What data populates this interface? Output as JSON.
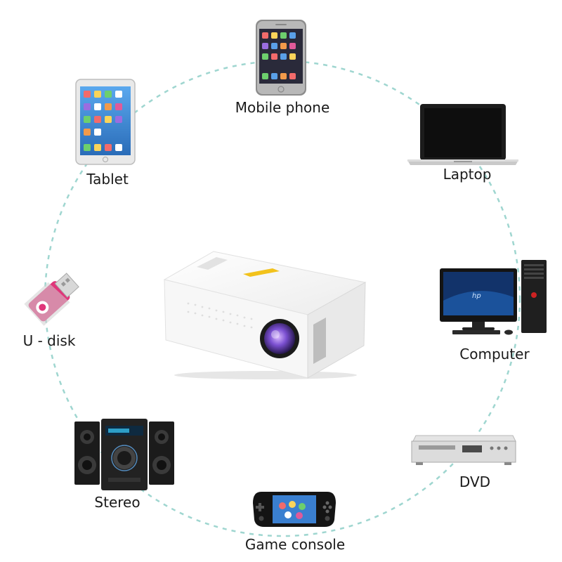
{
  "devices": {
    "mobile": {
      "label": "Mobile phone",
      "icon": "mobile-phone-icon"
    },
    "tablet": {
      "label": "Tablet",
      "icon": "tablet-icon"
    },
    "laptop": {
      "label": "Laptop",
      "icon": "laptop-icon"
    },
    "udisk": {
      "label": "U - disk",
      "icon": "usb-drive-icon"
    },
    "computer": {
      "label": "Computer",
      "icon": "desktop-computer-icon"
    },
    "stereo": {
      "label": "Stereo",
      "icon": "speaker-system-icon"
    },
    "dvd": {
      "label": "DVD",
      "icon": "dvd-player-icon"
    },
    "game": {
      "label": "Game console",
      "icon": "handheld-console-icon"
    }
  },
  "center": {
    "icon": "mini-projector-icon"
  },
  "colors": {
    "circle": "#9fd6d0",
    "usb_pink": "#e0357a",
    "lens": "#7a4fd0",
    "projector_accent": "#f2c21c"
  }
}
